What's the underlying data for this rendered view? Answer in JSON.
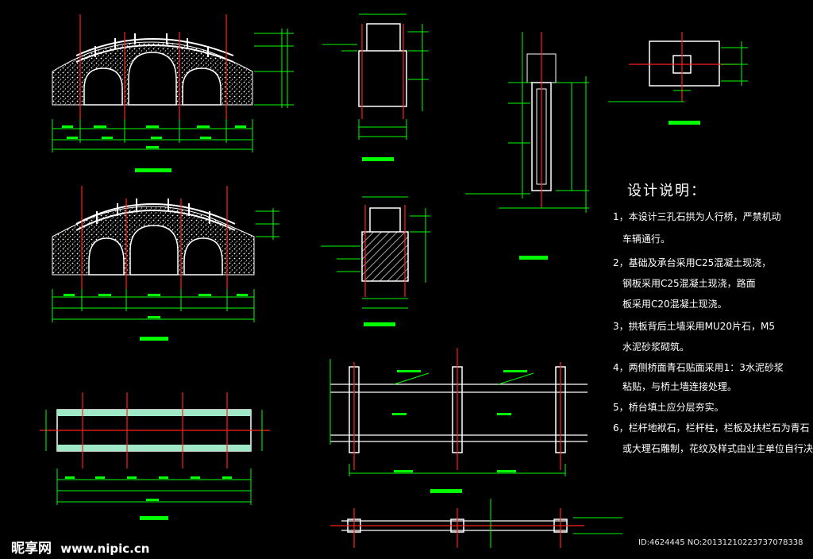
{
  "notes": {
    "title": "设计说明：",
    "lines": [
      "1，本设计三孔石拱为人行桥，严禁机动",
      "车辆通行。",
      "2，基础及承台采用C25混凝土现浇，",
      "钢板采用C25混凝土现浇，路面",
      "板采用C20混凝土现浇。",
      "3，拱板背后土墙采用MU20片石，M5",
      "水泥砂浆砌筑。",
      "4，两侧桥面青石贴面采用1：3水泥砂浆",
      "粘贴，与桥土墙连接处理。",
      "5，桥台填土应分层夯实。",
      "6，栏杆地袱石，栏杆柱，栏板及扶栏石为青石",
      "或大理石雕制，花纹及样式由业主单位自行决定"
    ]
  },
  "watermark": {
    "brand": "昵享网",
    "url": "www.nipic.cn",
    "id_text": "ID:4624445 NO:20131210223737078338"
  },
  "colors": {
    "background": "#000000",
    "dimension": "#00ff00",
    "axis": "#ff0000",
    "structure": "#ffffff",
    "note": "#ffffff"
  }
}
